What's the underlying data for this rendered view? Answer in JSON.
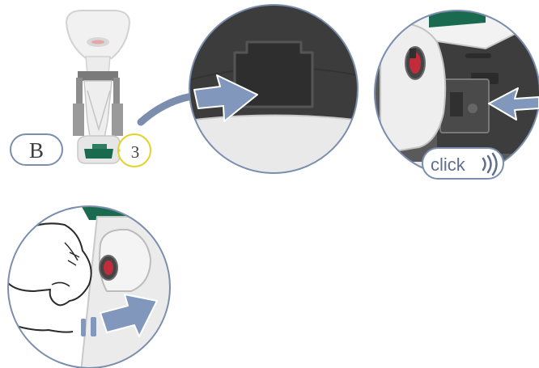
{
  "labels": {
    "part_label": "B",
    "step_number": "3",
    "click_text": "click"
  },
  "icons": [
    "curved-arrow-icon",
    "push-arrow-icon",
    "sound-waves-icon",
    "hand-icon",
    "motion-lines-icon"
  ],
  "colors": {
    "outline_blue": "#7b8eae",
    "arrow_blue": "#7f93b8",
    "accent_green": "#1a6a4f",
    "red_release": "#c22c3a",
    "step_yellow": "#e4d22a",
    "dark_grey": "#3c3c3c",
    "mid_grey": "#8a8a8a",
    "light_grey": "#e6e6e6"
  }
}
